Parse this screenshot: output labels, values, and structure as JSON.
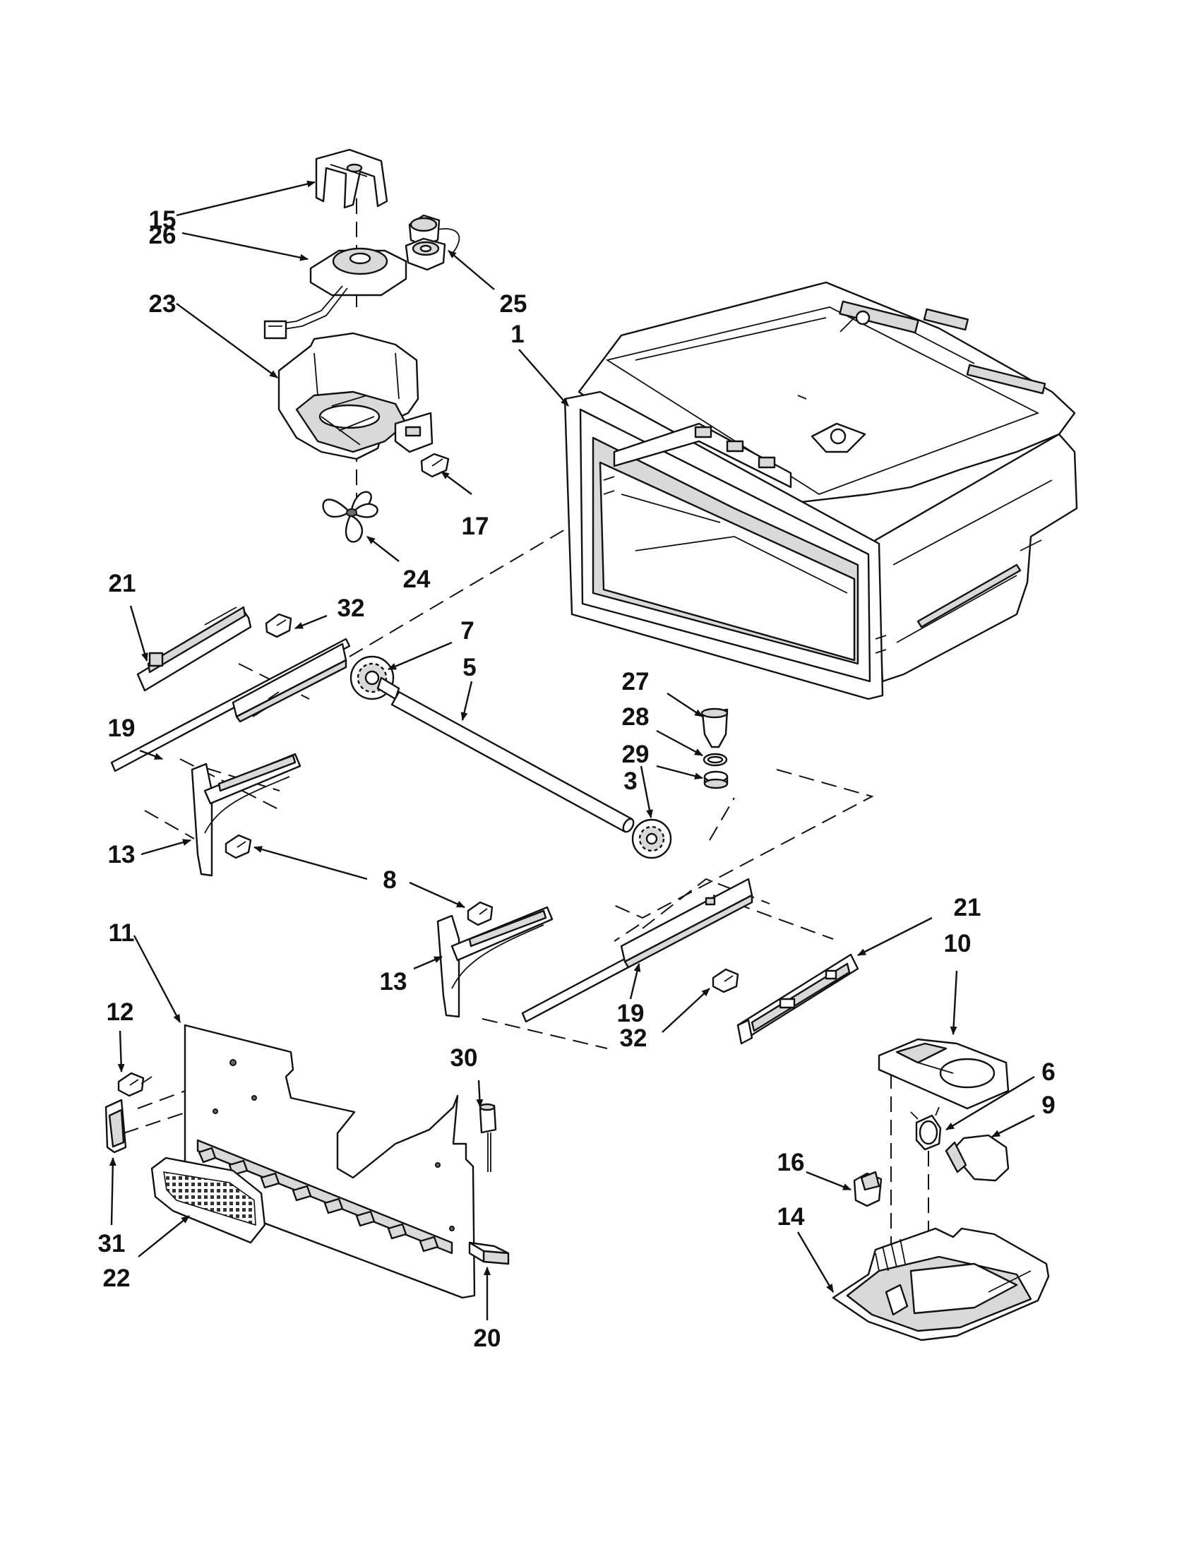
{
  "callouts": {
    "c1": "1",
    "c3": "3",
    "c5": "5",
    "c6": "6",
    "c7": "7",
    "c8": "8",
    "c9": "9",
    "c10": "10",
    "c11": "11",
    "c12": "12",
    "c13a": "13",
    "c13b": "13",
    "c14": "14",
    "c15": "15",
    "c16": "16",
    "c17": "17",
    "c19a": "19",
    "c19b": "19",
    "c20": "20",
    "c21a": "21",
    "c21b": "21",
    "c22": "22",
    "c23": "23",
    "c24": "24",
    "c25": "25",
    "c26": "26",
    "c27": "27",
    "c28": "28",
    "c29": "29",
    "c30": "30",
    "c31": "31",
    "c32a": "32",
    "c32b": "32"
  }
}
